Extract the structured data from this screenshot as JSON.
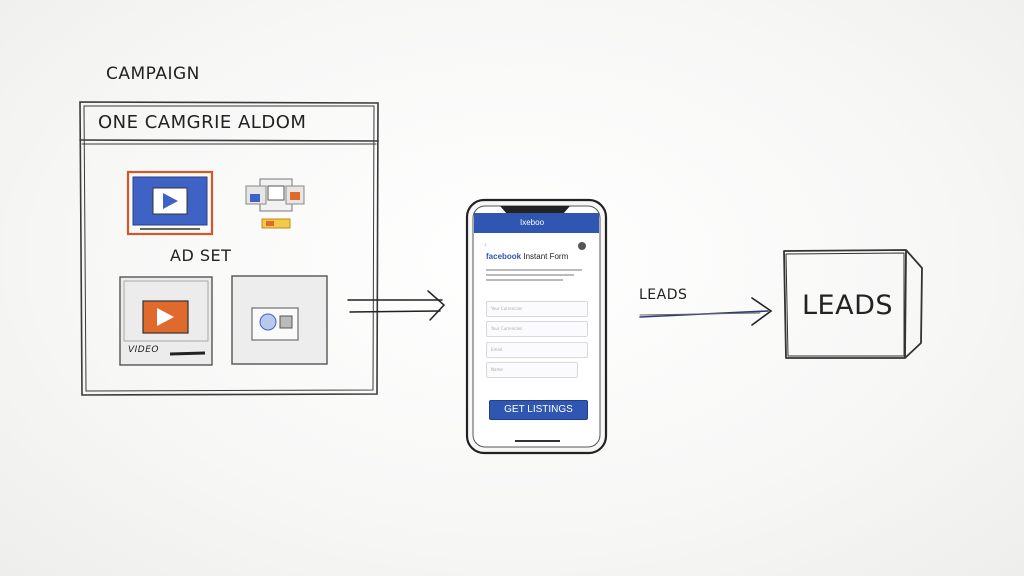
{
  "campaign": {
    "heading": "CAMPAIGN",
    "box_title": "ONE CAMGRIE ALDOM",
    "ad_set_label": "AD SET",
    "video_label": "VIDEO"
  },
  "phone": {
    "status_title": "Ixeboo",
    "brand": "facebook",
    "form_title": "Instant Form",
    "fields": [
      {
        "placeholder": "Your Currencies"
      },
      {
        "placeholder": "Your Currencies"
      },
      {
        "placeholder": "Email"
      },
      {
        "placeholder": "Name"
      }
    ],
    "cta_label": "GET LISTINGS"
  },
  "arrow_label": "LEADS",
  "leads_box_label": "LEADS",
  "colors": {
    "ink": "#2a2a2a",
    "video_blue": "#3f63c4",
    "video_orange": "#e06a2c",
    "facebook_blue": "#2f56b0"
  }
}
